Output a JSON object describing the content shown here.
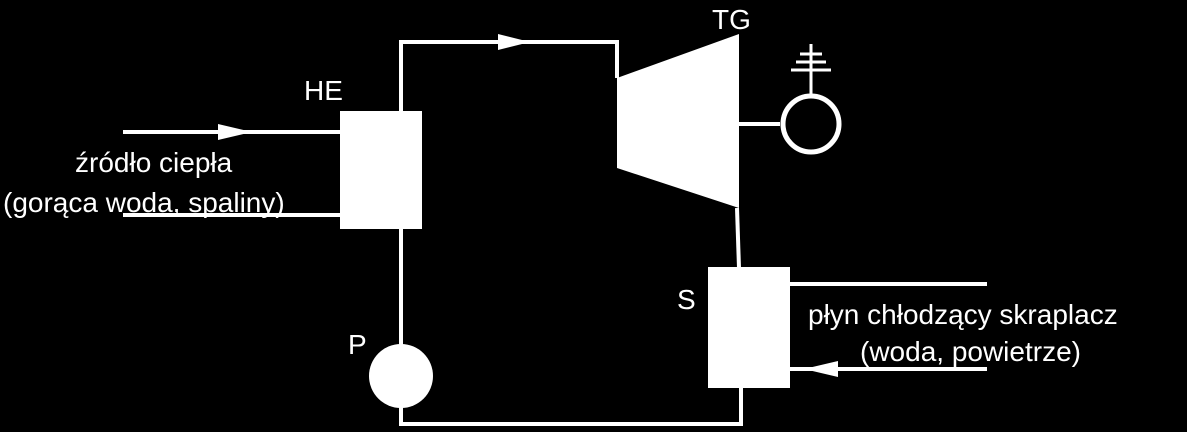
{
  "colors": {
    "background": "#000000",
    "foreground": "#ffffff"
  },
  "labels": {
    "he": "HE",
    "tg": "TG",
    "s": "S",
    "p": "P"
  },
  "heat_source": {
    "line1": "źródło ciepła",
    "line2": "(gorąca woda, spaliny)"
  },
  "coolant": {
    "line1": "płyn chłodzący skraplacz",
    "line2": "(woda, powietrze)"
  },
  "icons": {
    "generator": "generator-icon",
    "antenna": "antenna-icon",
    "pump": "pump-icon"
  }
}
